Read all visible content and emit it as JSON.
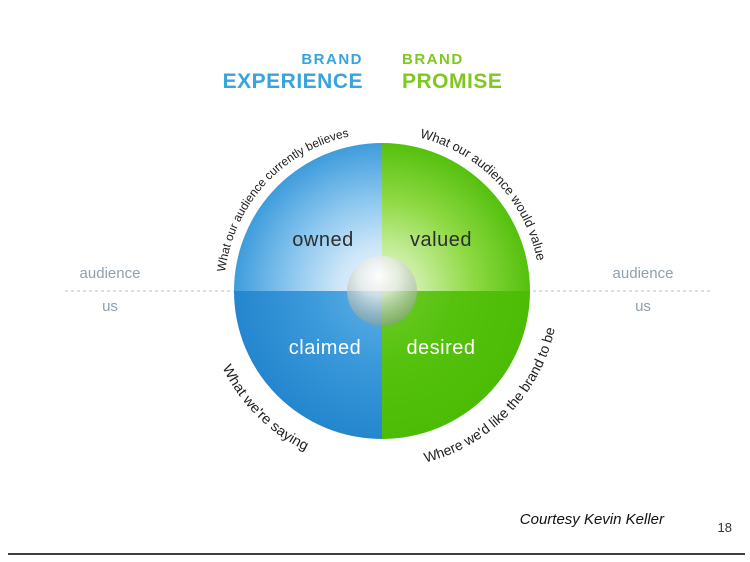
{
  "header": {
    "brand_experience": {
      "eyebrow": "BRAND",
      "title": "EXPERIENCE",
      "color": "#38a3de"
    },
    "brand_promise": {
      "eyebrow": "BRAND",
      "title": "PROMISE",
      "color": "#7fc822"
    }
  },
  "diagram": {
    "quadrants": {
      "top_left": {
        "label": "owned",
        "arc_text": "What our audience currently believes",
        "color_outer": "#3e9cdc",
        "color_inner": "#f2f9fe"
      },
      "top_right": {
        "label": "valued",
        "arc_text": "What our audience would value",
        "color_outer": "#55c00e",
        "color_inner": "#eef9e0"
      },
      "bottom_left": {
        "label": "claimed",
        "arc_text": "What we're saying",
        "color_outer": "#2486ce",
        "color_inner": "#5fb1e5"
      },
      "bottom_right": {
        "label": "desired",
        "arc_text": "Where we'd like the brand to be",
        "color_outer": "#4cbc05",
        "color_inner": "#6fcb2a"
      }
    },
    "axis_labels": {
      "left": {
        "top": "audience",
        "bottom": "us"
      },
      "right": {
        "top": "audience",
        "bottom": "us"
      }
    }
  },
  "footer": {
    "credit": "Courtesy Kevin Keller",
    "page_number": "18"
  }
}
